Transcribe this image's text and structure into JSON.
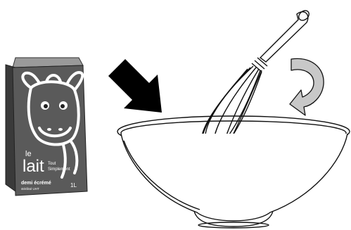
{
  "milk_carton": {
    "brand_small": "le",
    "brand_large": "lait",
    "tagline_line1": "Tout",
    "tagline_line2": "Simplement",
    "variety": "demi écrémé",
    "subtext": "stérilisé UHT",
    "volume": "1L"
  },
  "colors": {
    "carton_body": "#5a5a5a",
    "carton_side": "#3a3a3a",
    "carton_top": "#9a9a9a",
    "arrow_black": "#000000",
    "arrow_gray": "#c8c8c8",
    "outline": "#111111"
  },
  "icons": [
    "milk-carton",
    "down-right-arrow",
    "whisk",
    "curved-rotation-arrow",
    "mixing-bowl"
  ]
}
